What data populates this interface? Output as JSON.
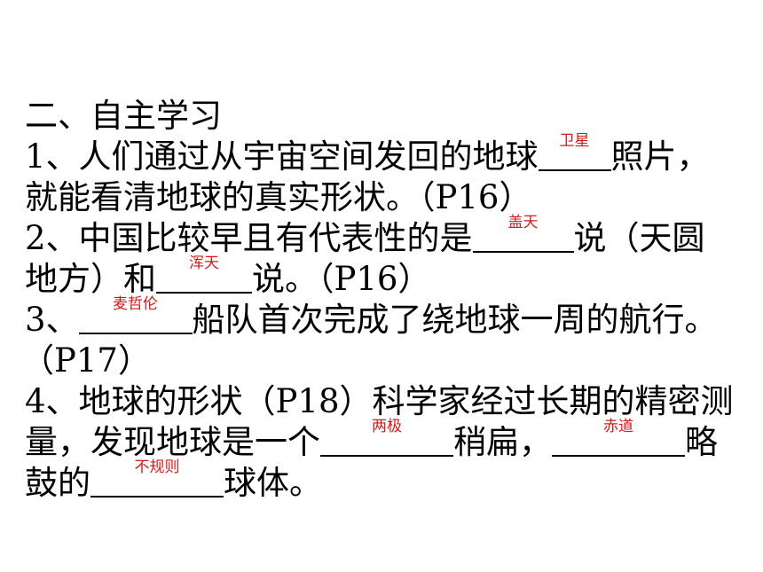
{
  "heading": "二、自主学习",
  "q1": {
    "prefix": "1、人们通过从宇宙空间发回的地球",
    "answer": "卫星",
    "suffix": "照片，",
    "line2": "就能看清地球的真实形状。（P16）"
  },
  "q2": {
    "prefix": "2、中国比较早且有代表性的是",
    "answer1": "盖天",
    "mid1": "说（天圆",
    "line2_prefix": "地方）和",
    "answer2": "浑天",
    "line2_suffix": "说。（P16）"
  },
  "q3": {
    "prefix": "3、",
    "answer": "麦哲伦",
    "suffix": "船队首次完成了绕地球一周的航行。",
    "line2": "（P17）"
  },
  "q4": {
    "line1": "4、地球的形状（P18）科学家经过长期的精密测",
    "line2_prefix": "量，发现地球是一个",
    "answer1": "两极",
    "line2_mid": "稍扁，",
    "answer2": "赤道",
    "line2_suffix": "略",
    "line3_prefix": "鼓的",
    "answer3": "不规则",
    "line3_suffix": "球体。"
  },
  "colors": {
    "answer": "#d21a1a",
    "text": "#000000"
  }
}
